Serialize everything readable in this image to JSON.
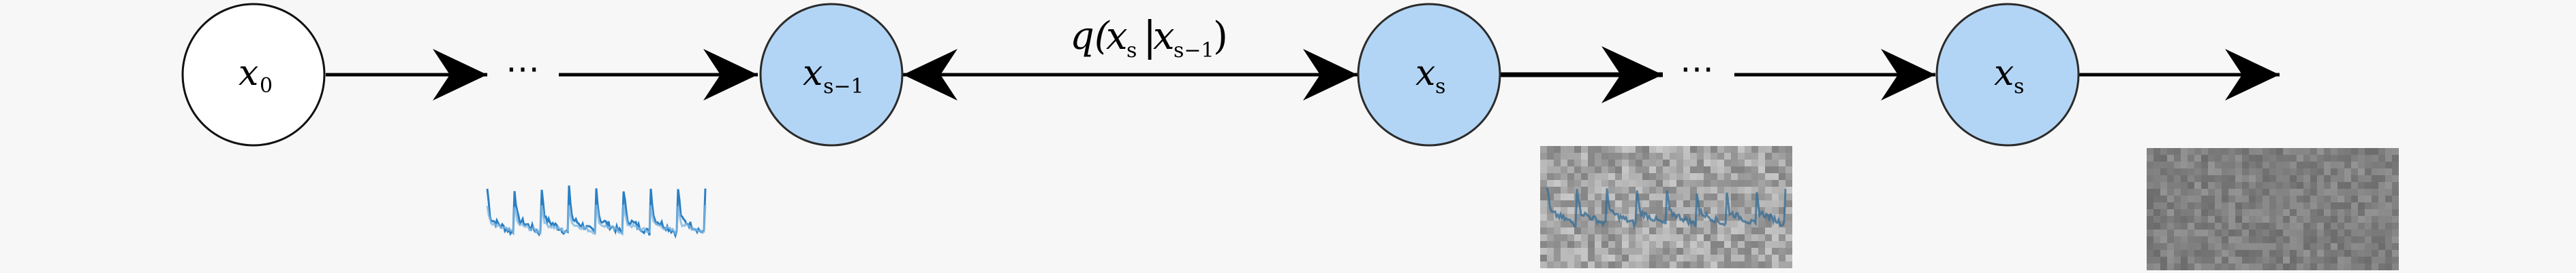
{
  "nodes": [
    {
      "id": "x0",
      "base": "x",
      "sub": "0",
      "fill": "#ffffff"
    },
    {
      "id": "xs-1",
      "base": "x",
      "sub": "s−1",
      "fill": "#b3d5f5"
    },
    {
      "id": "xs-a",
      "base": "x",
      "sub": "s",
      "fill": "#b3d5f5"
    },
    {
      "id": "xs-b",
      "base": "x",
      "sub": "s",
      "fill": "#b3d5f5"
    }
  ],
  "ellipsis": [
    "⋯",
    "⋯"
  ],
  "edge_label": {
    "q": "q(",
    "x1": "x",
    "s1": "s",
    "bar": "|",
    "x2": "x",
    "s2": "s−1",
    "close": ")"
  },
  "colors": {
    "background": "#f7f7f7",
    "node_blue": "#b3d5f5",
    "node_stroke": "#111111",
    "signal_blue": "#2a7fc4",
    "noise_gray": "#9a9a9a",
    "noise_dark": "#6f6f6f"
  }
}
